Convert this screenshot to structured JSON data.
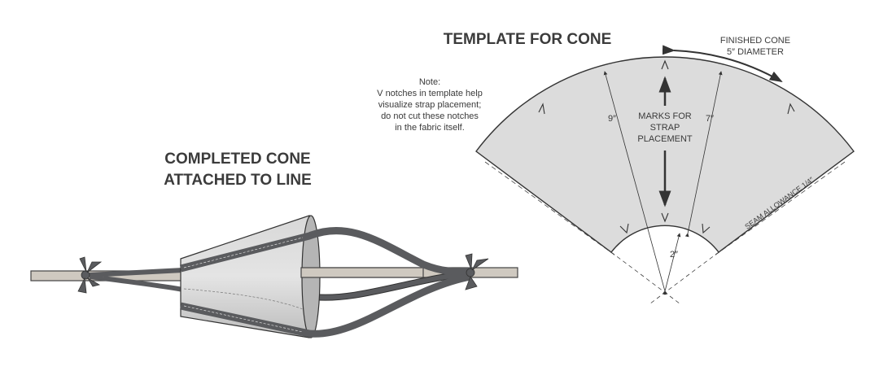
{
  "left": {
    "title_line1": "COMPLETED CONE",
    "title_line2": "ATTACHED TO LINE"
  },
  "right": {
    "title": "TEMPLATE FOR CONE",
    "note": {
      "heading": "Note:",
      "lines": [
        "V notches in template help",
        "visualize strap placement;",
        "do not cut these notches",
        "in the fabric itself."
      ]
    },
    "finished_line1": "FINISHED CONE",
    "finished_line2": "5″ DIAMETER",
    "marks_line1": "MARKS FOR",
    "marks_line2": "STRAP",
    "marks_line3": "PLACEMENT",
    "dim_outer": "9″",
    "dim_mid": "7″",
    "dim_inner": "2″",
    "seam": "SEAM ALLOWANCE 1/4″",
    "notch_symbol": "V"
  },
  "colors": {
    "fill": "#dcdcdc",
    "stroke": "#333333",
    "strap": "#5a5b5e",
    "rope": "#cfc9c0"
  }
}
